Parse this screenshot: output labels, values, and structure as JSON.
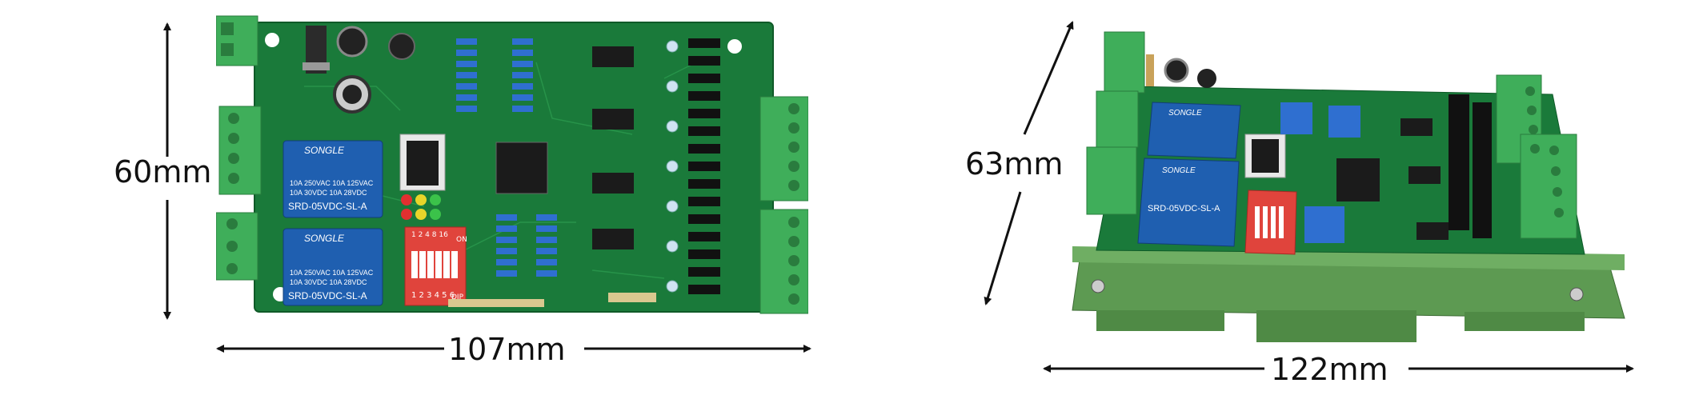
{
  "left_board": {
    "height_label": "60mm",
    "width_label": "107mm",
    "relay_brand": "SONGLE",
    "relay_rating_1": "10A 250VAC  10A 125VAC",
    "relay_rating_2": "10A  30VDC  10A  28VDC",
    "relay_model": "SRD-05VDC-SL-A",
    "dip_label_on": "ON",
    "dip_label_dip": "DIP",
    "dip_numbers": "1 2 3 4 5 6",
    "dip_top_numbers": "1 2 4 8 16"
  },
  "right_board": {
    "height_label": "63mm",
    "width_label": "122mm",
    "relay_brand": "SONGLE",
    "relay_model": "SRD-05VDC-SL-A"
  },
  "colors": {
    "pcb_green": "#1a7a3a",
    "terminal_green": "#3fae5a",
    "relay_blue": "#1f5fb0",
    "dip_red": "#e0443c",
    "din_rail_green": "#5d9a52"
  }
}
